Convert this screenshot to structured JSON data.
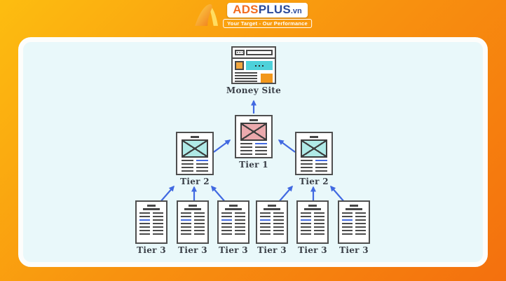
{
  "logo": {
    "brand": {
      "ads": "ADS",
      "plus": "PLUS",
      "tld": ".vn"
    },
    "tagline": "Your Target - Our Performance"
  },
  "diagram": {
    "money_site_label": "Money Site",
    "tier1_label": "Tier 1",
    "tier2_labels": [
      "Tier 2",
      "Tier 2"
    ],
    "tier3_labels": [
      "Tier 3",
      "Tier 3",
      "Tier 3",
      "Tier 3",
      "Tier 3",
      "Tier 3"
    ],
    "icons": {
      "money_site": "browser-window-icon",
      "tier1": "document-with-image-icon",
      "tier2": "document-with-image-icon",
      "tier3": "text-document-icon",
      "links": "up-arrow"
    },
    "colors": {
      "frame_gradient_start": "#fdbd10",
      "frame_gradient_end": "#f4700e",
      "panel_background": "#e9f8fa",
      "panel_border": "#fdfdfb",
      "arrow_blue": "#4169e1",
      "document_border": "#4f4f4f",
      "document_line_gray": "#4a4a4a",
      "document_highlight_blue": "#4169e1",
      "tier1_image_pink": "#eba9ad",
      "tier2_image_cyan": "#b0eae7",
      "money_site_orange": "#f2a63d",
      "money_site_cyan": "#4ed1da",
      "label_text": "#3a3f47",
      "logo_ads_orange": "#f26c21",
      "logo_plus_blue": "#2b4a9b"
    }
  }
}
